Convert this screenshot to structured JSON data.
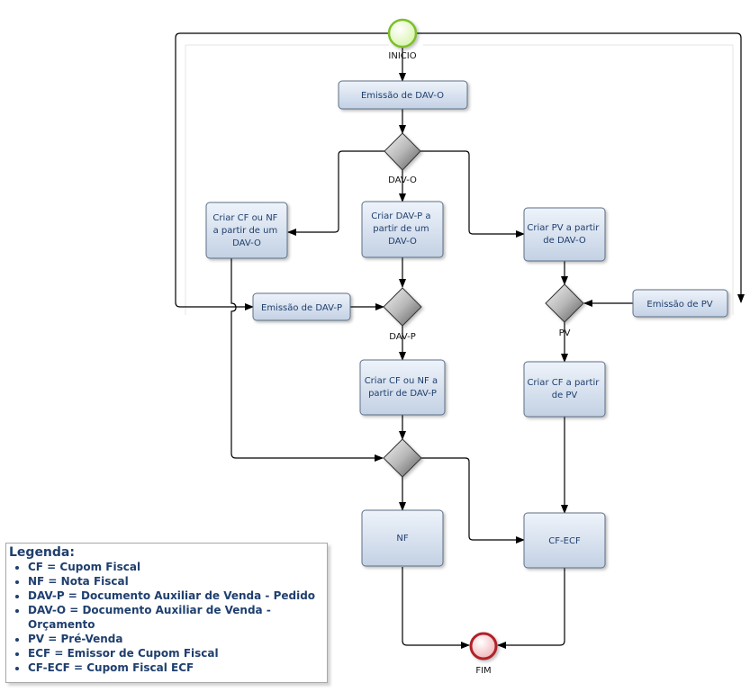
{
  "events": {
    "start_label": "INICIO",
    "end_label": "FIM"
  },
  "tasks": {
    "emissao_dav_o": "Emissão de DAV-O",
    "criar_cf_nf_dav_o": [
      "Criar CF ou NF",
      "a partir de um",
      "DAV-O"
    ],
    "criar_dav_p": [
      "Criar DAV-P a",
      "partir de um",
      "DAV-O"
    ],
    "criar_pv": [
      "Criar PV a partir",
      "de DAV-O"
    ],
    "emissao_dav_p": "Emissão de DAV-P",
    "emissao_pv": "Emissão de PV",
    "criar_cf_nf_dav_p": [
      "Criar CF ou NF a",
      "partir de DAV-P"
    ],
    "criar_cf_pv": [
      "Criar CF a partir",
      "de PV"
    ],
    "nf": "NF",
    "cf_ecf": "CF-ECF"
  },
  "gateways": {
    "dav_o": "DAV-O",
    "dav_p": "DAV-P",
    "pv": "PV"
  },
  "legend": {
    "title": "Legenda:",
    "items": [
      "CF = Cupom Fiscal",
      "NF = Nota Fiscal",
      "DAV-P = Documento Auxiliar de Venda - Pedido",
      "DAV-O = Documento Auxiliar de Venda - Orçamento",
      "PV = Pré-Venda",
      "ECF = Emissor de Cupom Fiscal",
      "CF-ECF = Cupom Fiscal ECF"
    ]
  },
  "colors": {
    "task_fill_top": "#eef3fa",
    "task_fill_bottom": "#c3d1e4",
    "task_stroke": "#5d6f86",
    "task_text": "#1f3f6e",
    "start_stroke": "#7bbf2a",
    "start_fill": "#eafad0",
    "end_stroke": "#b0202a",
    "end_fill": "#f6c9cc",
    "gateway_fill_top": "#f2f2f2",
    "gateway_fill_bottom": "#6c6c6c"
  }
}
